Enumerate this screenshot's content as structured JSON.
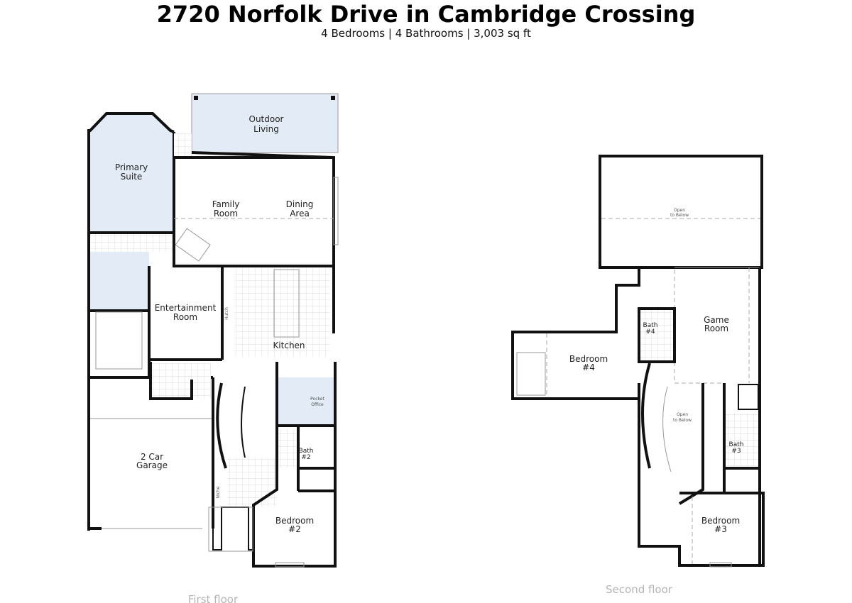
{
  "header": {
    "title": "2720 Norfolk Drive in Cambridge Crossing",
    "subtitle": "4 Bedrooms | 4 Bathrooms | 3,003 sq ft"
  },
  "first_floor": {
    "caption": "First floor",
    "rooms": {
      "outdoor_living": [
        "Outdoor",
        "Living"
      ],
      "primary_suite": [
        "Primary",
        "Suite"
      ],
      "family_room": [
        "Family",
        "Room"
      ],
      "dining_area": [
        "Dining",
        "Area"
      ],
      "entertainment_room": [
        "Entertainment",
        "Room"
      ],
      "kitchen": "Kitchen",
      "hutch": "Hutch",
      "pocket_office": [
        "Pocket",
        "Office"
      ],
      "bath2": [
        "Bath",
        "#2"
      ],
      "garage": [
        "2 Car",
        "Garage"
      ],
      "niche": "Niche",
      "bedroom2": [
        "Bedroom",
        "#2"
      ]
    }
  },
  "second_floor": {
    "caption": "Second floor",
    "rooms": {
      "open_to_below_top": [
        "Open",
        "to Below"
      ],
      "game_room": [
        "Game",
        "Room"
      ],
      "bath4": [
        "Bath",
        "#4"
      ],
      "bedroom4": [
        "Bedroom",
        "#4"
      ],
      "open_to_below_stair": [
        "Open",
        "to Below"
      ],
      "bath3": [
        "Bath",
        "#3"
      ],
      "bedroom3": [
        "Bedroom",
        "#3"
      ]
    }
  },
  "colors": {
    "highlight_fill": "#e2ebf6",
    "wall": "#111111",
    "caption": "#b5b5b5"
  }
}
